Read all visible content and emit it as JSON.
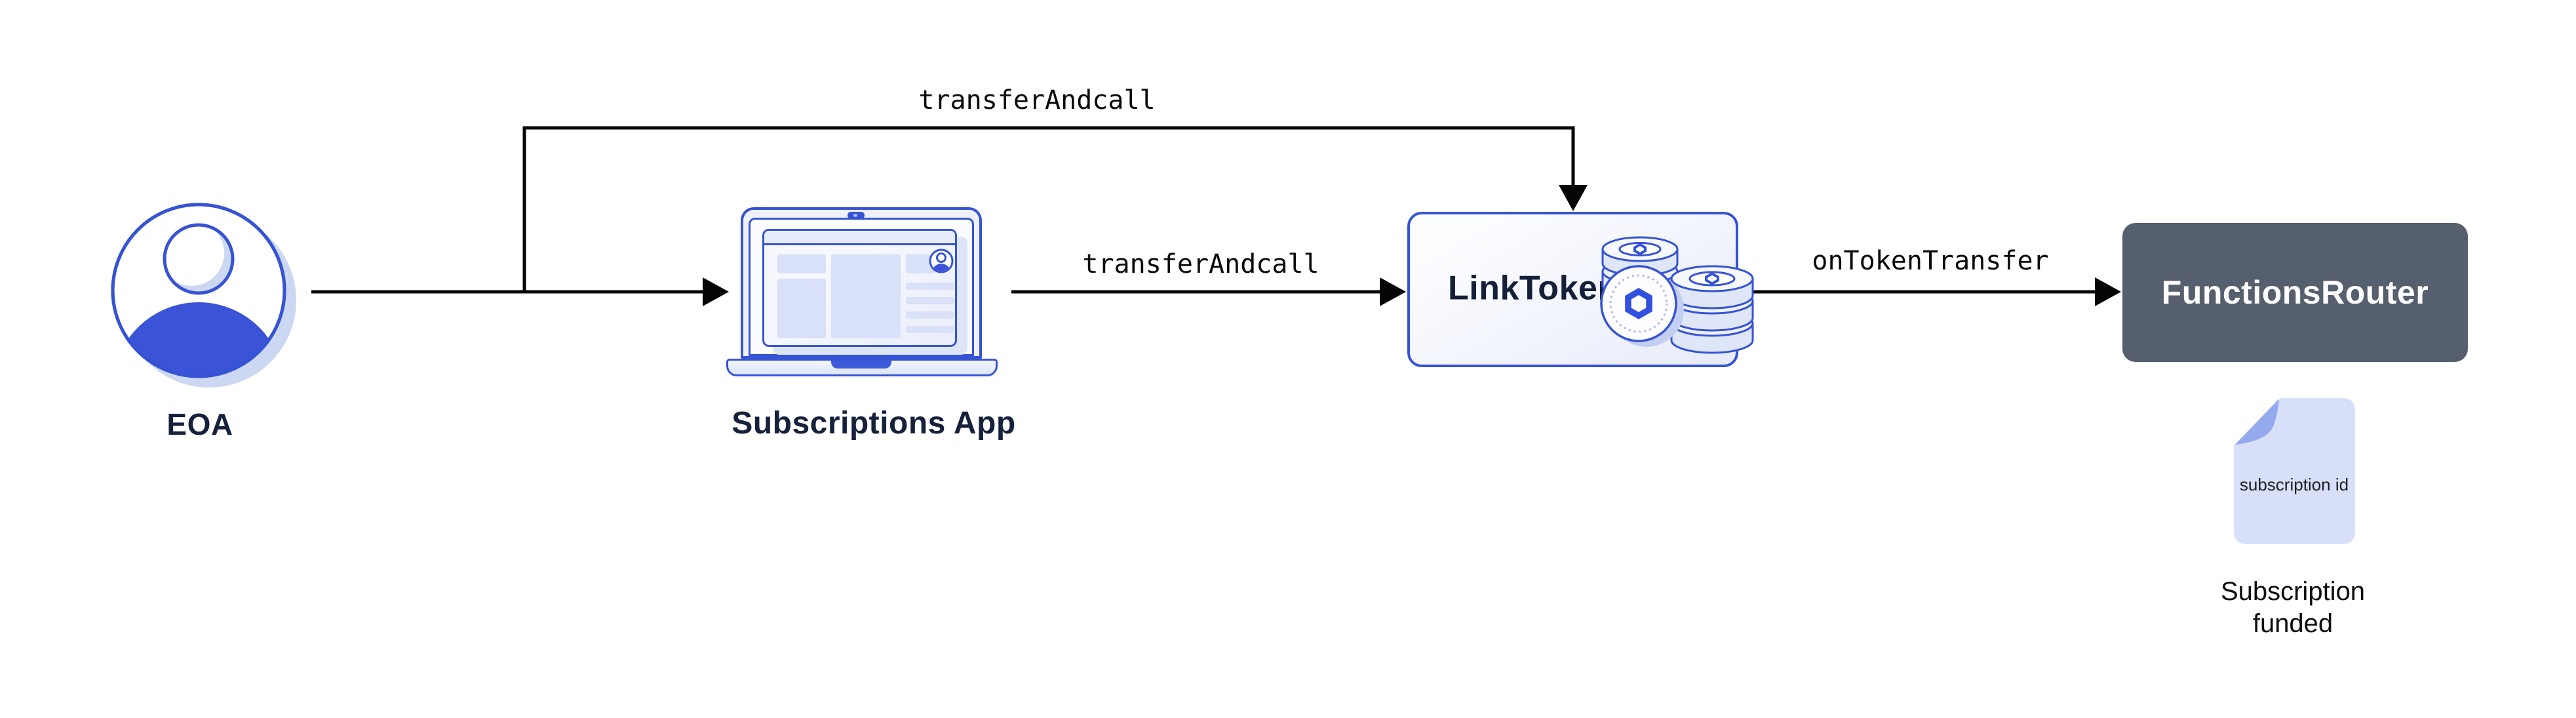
{
  "colors": {
    "accent_blue": "#3653d4",
    "solid_blue_fill": "#3b53d6",
    "navy_text": "#16213c",
    "lavender_light": "#eef1fb",
    "lavender_block": "#d8e1f7",
    "lavender_shadow": "#ccd7f2",
    "window_shadow": "#dce4f8",
    "slate_box": "#565f6e",
    "doc_body": "#d7e0f8",
    "doc_fold": "#94a9ee",
    "wire_black": "#050505"
  },
  "nodes": {
    "eoa": {
      "label": "EOA",
      "icon": "person-avatar-icon"
    },
    "subscriptions_app": {
      "label": "Subscriptions App",
      "icon": "laptop-icon"
    },
    "link_token": {
      "label": "LinkToken",
      "icon": "coins-stack-icon"
    },
    "functions_router": {
      "label": "FunctionsRouter"
    }
  },
  "edges": {
    "eoa_to_link_token": {
      "label": "transferAndcall"
    },
    "app_to_link_token": {
      "label": "transferAndcall"
    },
    "link_token_to_router": {
      "label": "onTokenTransfer"
    }
  },
  "artifact": {
    "icon": "document-icon",
    "doc_text": "subscription id",
    "caption": "Subscription funded"
  }
}
